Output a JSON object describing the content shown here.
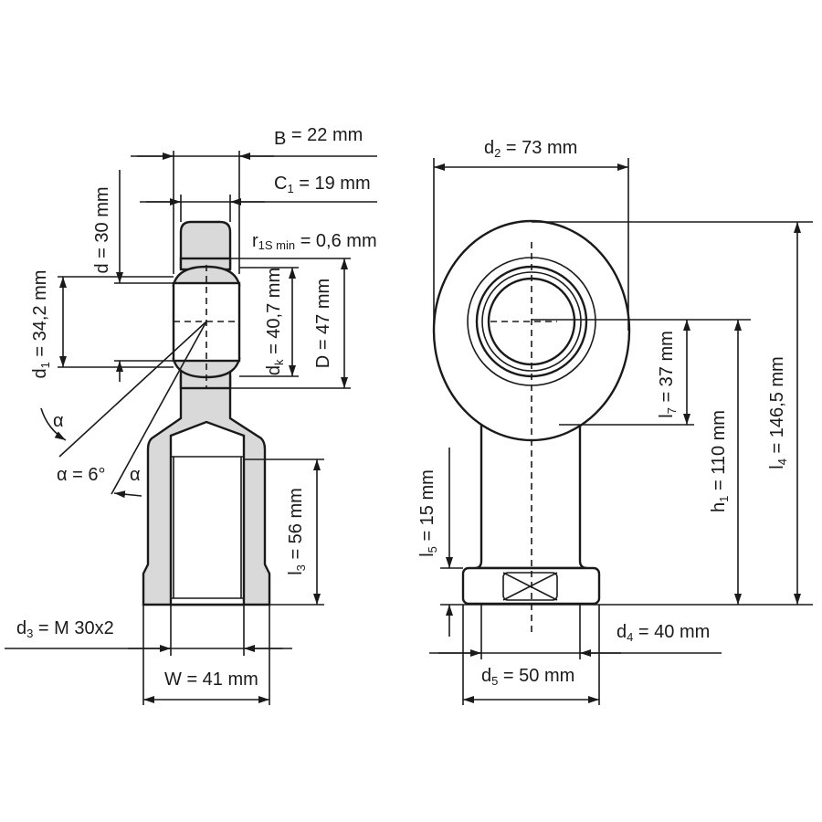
{
  "left_view": {
    "B": {
      "sym": "B",
      "sub": "",
      "value": " = 22 mm"
    },
    "C1": {
      "sym": "C",
      "sub": "1",
      "value": " = 19 mm"
    },
    "r1s": {
      "sym": "r",
      "sub": "1S min",
      "value": " = 0,6 mm"
    },
    "d": {
      "sym": "d",
      "sub": "",
      "value": " = 30 mm"
    },
    "d1": {
      "sym": "d",
      "sub": "1",
      "value": " = 34,2 mm"
    },
    "dk": {
      "sym": "d",
      "sub": "k",
      "value": " = 40,7 mm"
    },
    "D": {
      "sym": "D",
      "sub": "",
      "value": " = 47 mm"
    },
    "alpha_symbol": "α",
    "alpha": {
      "sym": "α",
      "sub": "",
      "value": " = 6°"
    },
    "l3": {
      "sym": "l",
      "sub": "3",
      "value": " = 56 mm"
    },
    "d3": {
      "sym": "d",
      "sub": "3",
      "value": " = M 30x2"
    },
    "W": {
      "sym": "W",
      "sub": "",
      "value": " = 41 mm"
    }
  },
  "right_view": {
    "d2": {
      "sym": "d",
      "sub": "2",
      "value": " = 73 mm"
    },
    "l4": {
      "sym": "l",
      "sub": "4",
      "value": " = 146,5 mm"
    },
    "h1": {
      "sym": "h",
      "sub": "1",
      "value": " = 110 mm"
    },
    "l7": {
      "sym": "l",
      "sub": "7",
      "value": " = 37 mm"
    },
    "l5": {
      "sym": "l",
      "sub": "5",
      "value": " = 15 mm"
    },
    "d4": {
      "sym": "d",
      "sub": "4",
      "value": " = 40 mm"
    },
    "d5": {
      "sym": "d",
      "sub": "5",
      "value": " = 50 mm"
    }
  },
  "colors": {
    "part_fill": "#d9d9d9",
    "line": "#1a1a1a"
  }
}
